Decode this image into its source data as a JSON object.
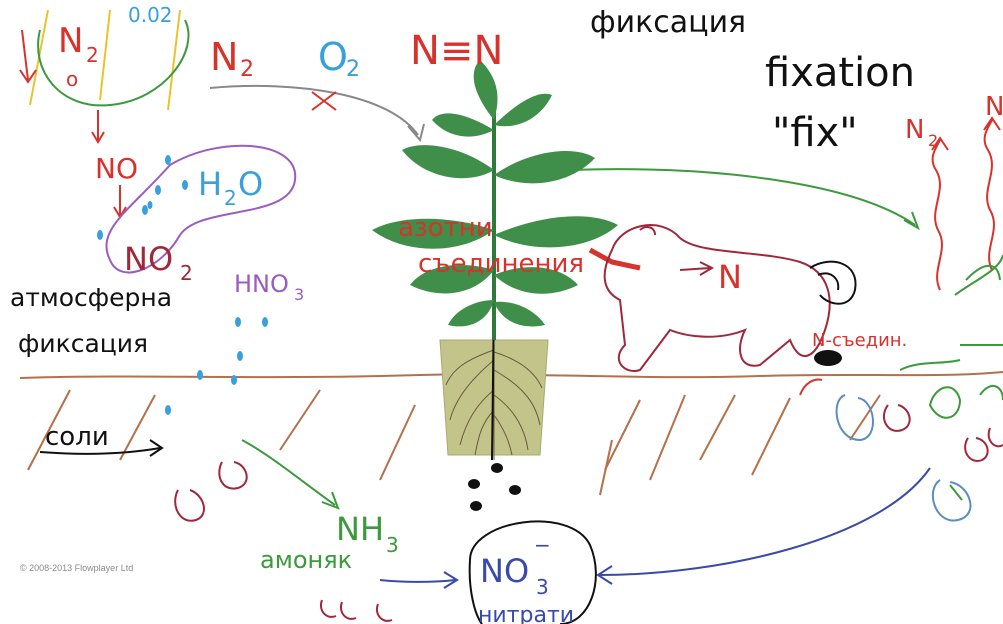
{
  "labels": {
    "top_n2_left": "N",
    "top_n2_left_sub": "2",
    "top_o2_left": "O",
    "top_o2_left_sub": "0.02",
    "top_n2_mid": "N",
    "top_n2_mid_sub": "2",
    "top_o2_mid": "O",
    "top_o2_mid_sub": "2",
    "triple_bond": "N≡N",
    "fixation_ru": "фиксация",
    "fixation_en": "fixation",
    "fix_en": "\"fix\"",
    "no": "NO",
    "h2o": "H",
    "h2o_sub": "2",
    "h2o_end": "O",
    "no2": "NO",
    "no2_sub": "2",
    "hno3": "HNO",
    "hno3_sub": "3",
    "atmos_fixation_1": "атмосферна",
    "atmos_fixation_2": "фиксация",
    "nitrogen_compounds_1": "азотни",
    "nitrogen_compounds_2": "съединения",
    "n_symbol": "N",
    "n_compounds": "N-съедин.",
    "n2_right": "N",
    "n2_right_sub": "2",
    "salts": "соли",
    "nh3": "NH",
    "nh3_sub": "3",
    "ammonia": "амоняк",
    "no3": "NO",
    "no3_sub": "3",
    "no3_sup": "−",
    "nitrates": "нитрати",
    "watermark": "© 2008-2013 Flowplayer Ltd"
  },
  "colors": {
    "red": "#d8322c",
    "blue": "#3aa0dc",
    "green": "#3c9a3c",
    "purple": "#9b5cc0",
    "brown": "#b4704a",
    "maroon": "#a0283a",
    "navy": "#3a4aa8",
    "black": "#111111",
    "yellow": "#e8c42a",
    "leaf": "#3f8f4a",
    "pot": "#c2c48a"
  }
}
